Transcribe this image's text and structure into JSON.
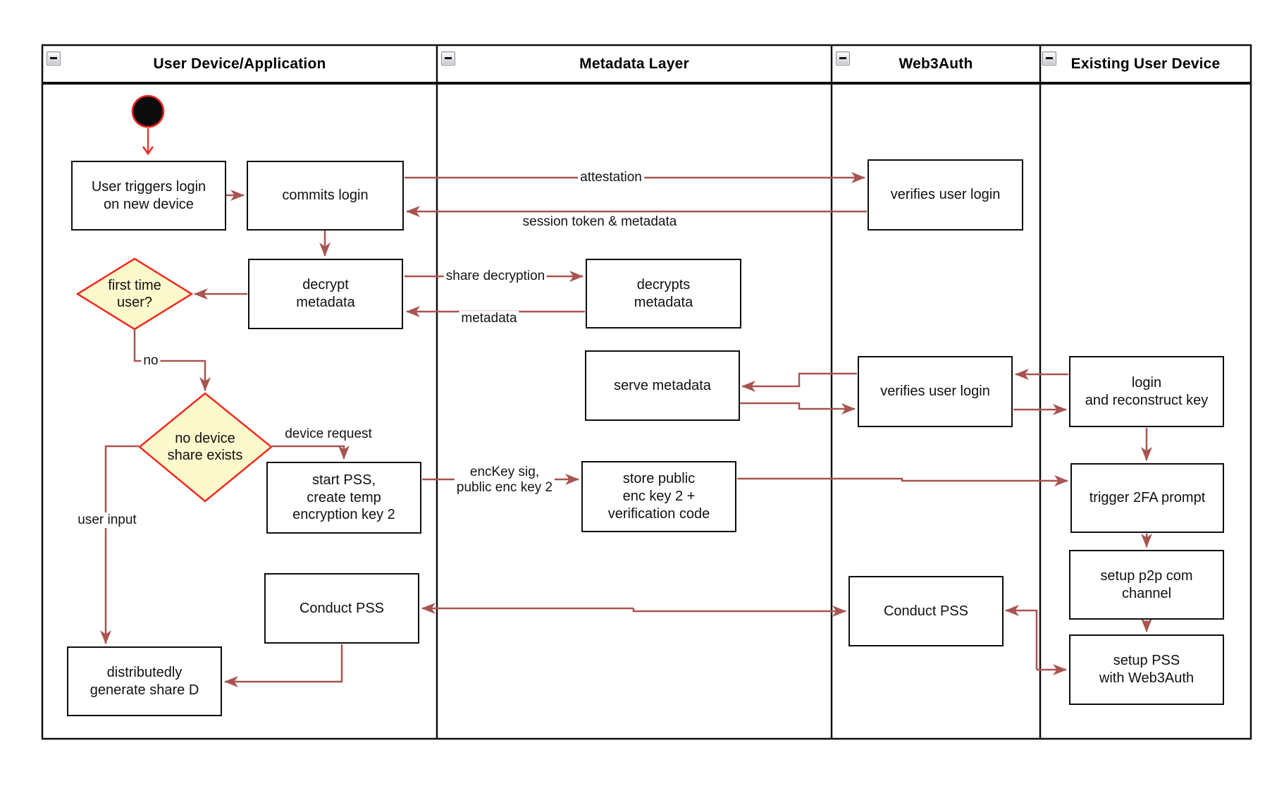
{
  "diagram_title": "Web3Auth device login / share recovery swimlane diagram",
  "lanes": [
    {
      "title": "User Device/Application"
    },
    {
      "title": "Metadata Layer"
    },
    {
      "title": "Web3Auth"
    },
    {
      "title": "Existing User Device"
    }
  ],
  "icons": {
    "collapse": "minus-box"
  },
  "nodes": {
    "start": "start",
    "user_triggers": "User triggers login\non new device",
    "commits_login": "commits login",
    "verifies_top": "verifies user login",
    "decrypt_metadata": "decrypt\nmetadata",
    "decrypts_metadata": "decrypts\nmetadata",
    "first_time_user": "first time\nuser?",
    "serve_metadata": "serve metadata",
    "verifies_mid": "verifies user login",
    "login_reconstruct": "login\nand reconstruct key",
    "no_device_share": "no device\nshare exists",
    "start_pss": "start PSS,\ncreate temp\nencryption key 2",
    "store_public": "store public\nenc key 2 +\nverification code",
    "trigger_2fa": "trigger 2FA prompt",
    "setup_p2p": "setup p2p com\nchannel",
    "setup_pss": "setup PSS\nwith Web3Auth",
    "conduct_pss_w3a": "Conduct PSS",
    "conduct_pss_app": "Conduct PSS",
    "dist_share": "distributedly\ngenerate share D"
  },
  "edge_labels": {
    "attestation": "attestation",
    "session_token": "session token & metadata",
    "share_decryption": "share decryption",
    "metadata": "metadata",
    "no": "no",
    "device_request": "device request",
    "user_input": "user input",
    "enckey": "encKey sig,\npublic enc key 2"
  },
  "colors": {
    "arrow_brick": "#a85450",
    "accent_red": "#ee2722",
    "diamond_fill": "#fcf9cc",
    "diamond_border": "#f12b20",
    "box_border": "#0d0d0d"
  }
}
